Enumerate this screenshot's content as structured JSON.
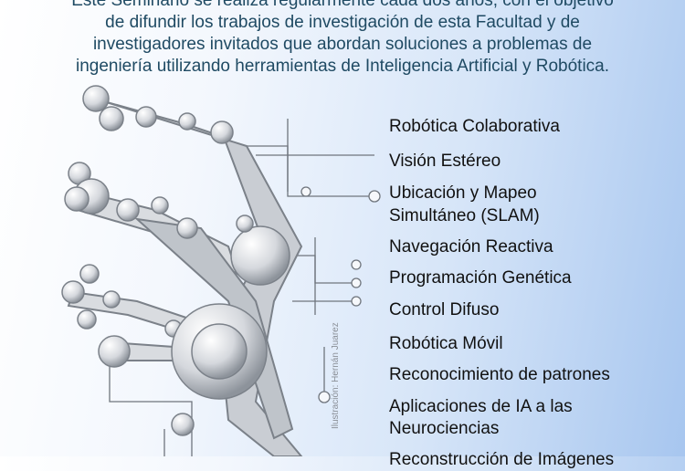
{
  "intro_lines": [
    "Este Seminario se realiza regularmente cada dos años, con el objetivo",
    "de difundir los trabajos de investigación de esta Facultad y de",
    "investigadores invitados que abordan soluciones a problemas de",
    "ingeniería utilizando herramientas de Inteligencia Artificial y Robótica."
  ],
  "topics": [
    "Robótica Colaborativa",
    "Visión Estéreo",
    "Ubicación y Mapeo",
    "Simultáneo (SLAM)",
    "Navegación Reactiva",
    "Programación Genética",
    "Control Difuso",
    "Robótica Móvil",
    "Reconocimiento de patrones",
    "Aplicaciones de IA a las",
    "Neurociencias",
    "Reconstrucción de Imágenes"
  ],
  "credit": "Ilustración: Hernán Juarez",
  "colors": {
    "intro_text": "#1f4a63",
    "gradient_end": "#a7c6ef"
  }
}
